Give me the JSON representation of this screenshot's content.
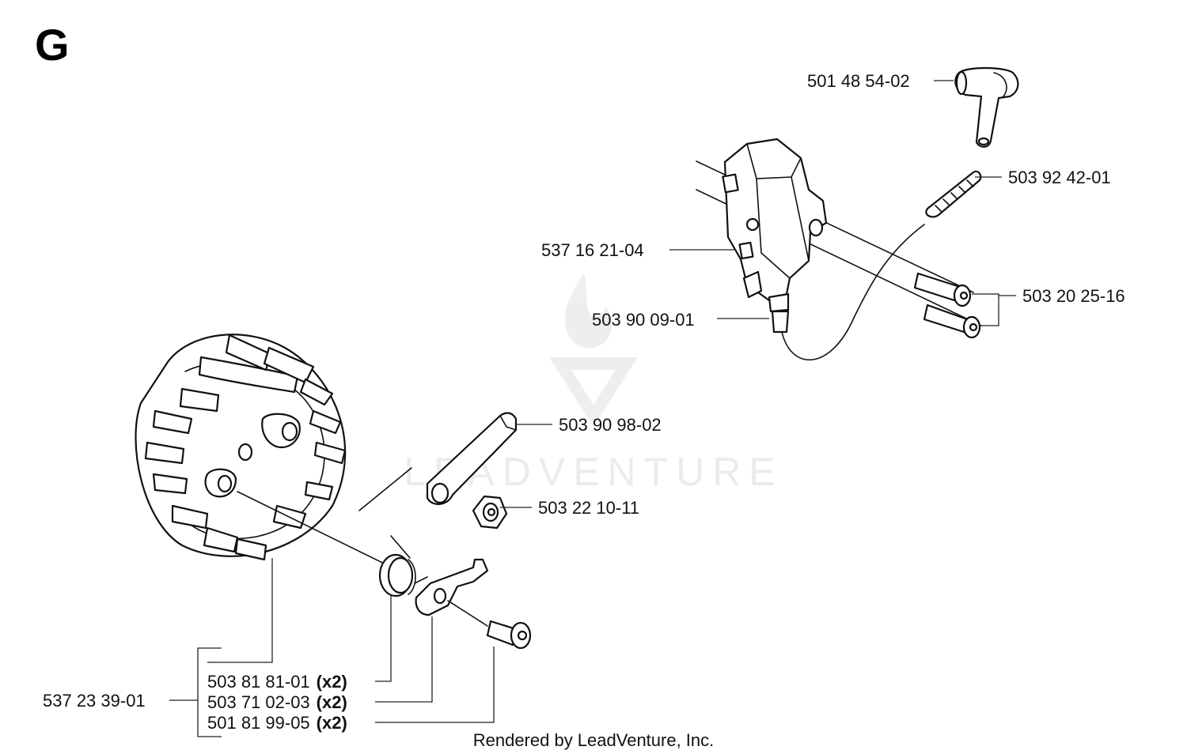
{
  "section_letter": "G",
  "credit": "Rendered by LeadVenture, Inc.",
  "watermark": {
    "text": "LEADVENTURE",
    "icon": "leadventure-logo-icon"
  },
  "qty_suffix": "(x2)",
  "labels": {
    "p501_48_54_02": "501 48 54-02",
    "p503_92_42_01": "503 92 42-01",
    "p537_16_21_04": "537 16 21-04",
    "p503_20_25_16": "503 20 25-16",
    "p503_90_09_01": "503 90 09-01",
    "p503_90_98_02": "503 90 98-02",
    "p503_22_10_11": "503 22 10-11",
    "p537_23_39_01": "537 23 39-01",
    "p503_81_81_01": "503 81 81-01",
    "p503_71_02_03": "503 71 02-03",
    "p501_81_99_05": "501 81 99-05"
  }
}
